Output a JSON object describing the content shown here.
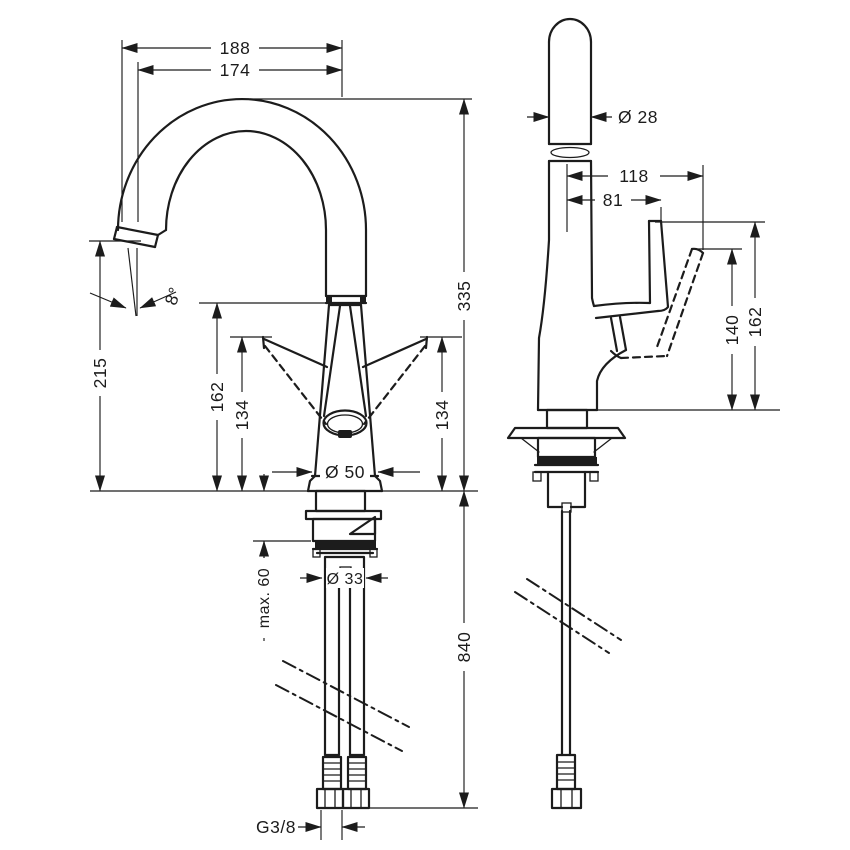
{
  "drawing": {
    "kind": "faucet installation dimension drawing",
    "views": {
      "left": "front view with supply hoses",
      "right": "side view with handle travel"
    }
  },
  "dims": {
    "d188": "188",
    "d174": "174",
    "d215": "215",
    "d8deg": "8°",
    "d162_left": "162",
    "d134_left": "134",
    "d134_right": "134",
    "d335": "335",
    "d50": "Ø 50",
    "dmax60": "max. 60",
    "d33": "Ø 33",
    "d840": "840",
    "dg38": "G3/8",
    "d28": "Ø 28",
    "d118": "118",
    "d81": "81",
    "d140": "140",
    "d162_right": "162"
  }
}
